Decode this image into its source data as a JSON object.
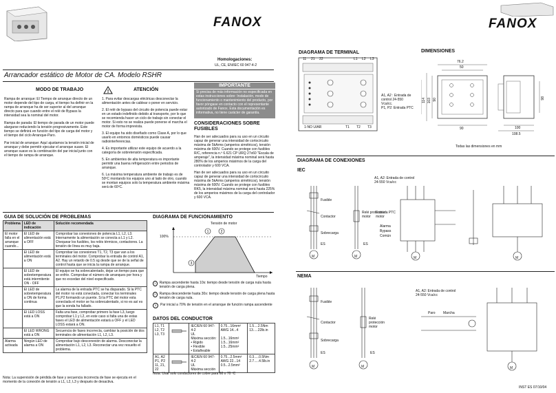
{
  "left_page": {
    "brand": "FANOX",
    "homologations_label": "Homologaciones:",
    "homologations_value": "UL, CE, EN/IEC 60 947-4-2",
    "title": "Arrancador estático de Motor de CA.  Modelo RSHR",
    "modo_title": "MODO DE TRABAJO",
    "modo_paragraphs": [
      "Rampa de arranque: El Tiempo de arranque directo de un motor depende del tipo de carga, el tiempo ha definir en la rampa de arranque ha de ser superior al del arranque directo para que cuando entre el relé de Bypass la intensidad sea la nominal del motor.",
      "Rampa de parada: El tiempo de parada de un motor puede alargarse reduciendo la tensión progresivamente. Este tiempo se definirá en función del tipo de carga del motor y el tiempo del ciclo Arranque-Paro.",
      "Par inicial de arranque: Aquí ajustamos la tensión inicial de arranque y debe permitir ejecutar el arranque suave. El arranque suave es la combinación del par inicial junto con el tiempo de rampa de arranque."
    ],
    "atencion_title": "ATENCIÓN",
    "atencion_items": [
      "1. Para evitar descargas eléctricas desconectar la alimentación antes de cablear o poner en servicio.",
      "2. El relé de bypass del circuito de potencia puede estar en un estado indefinido debido al transporte, por lo que se recomienda hacer un ciclo de trabajo sin conectar el motor. Si esto no se realiza puede ponerse el marcha el motor de forma imprevista.",
      "3. El equipo ha sido diseñado como Clase A, por lo que usarlo en entornos domésticos puede causar radiointerferencias.",
      "4. Es importante utilizar este equipo de acuerdo a la categoría de sobretensión especificada.",
      "5. En ambientes de alta temperatura es importante permitir una buena refrigeración entre periodos de arranque.",
      "6. La máxima temperatura ambiente de trabajo es de 50ºC montando los equipos uno al lado de otro, cuando se montan equipos solo la temperatura ambiente máxima será de 60ºC."
    ],
    "importante_title": "IMPORTANTE",
    "importante_text": "Si precisa de más información no especificada en estas instrucciones sobre: Instalación, modo de funcionamiento o mantenimiento del producto, por favor póngase en contacto con el representante autorizado de Fanox. Esta documentación es informativa, no tiene carácter de garantía.",
    "consideraciones_title": "CONSIDERACIONES SOBRE FUSIBLES",
    "consideraciones_paragraphs": [
      "Han de ser adecuados para su uso en un circuito capaz de generar una intensidad de cortocircuito máxima de 5kArms (amperios simétricos), tensión máxima de 600V. Cuando se protege con fusibles R/C, referencia n.º 6.621 CP URQ 27x60 \"Escala de amperaje\", la intensidad máxima nominal será hasta 280% de los amperios máximos de la carga del controlador y 600 VCA.",
      "Han de ser adecuados para su uso en un circuito capaz de generar una intensidad de cortocircuito máxima de 5kArms (amperios simétricos), tensión máxima de 600V. Cuando se protege con fusibles RK5, la intensidad máxima nominal será hasta 225% de los amperios máximos de la carga del controlador y 600 VCA."
    ],
    "guia_title": "GUIA DE SOLUCIÓN DE PROBLEMAS",
    "guia_headers": [
      "Problema",
      "LED de indicación",
      "Solución recomendada"
    ],
    "guia_rows": [
      [
        "El motor falla en el arranque cuando...",
        "El LED de alimentación está a OFF",
        "Comprobar las conexiones de potencia L1, L2, L3. Internamente la alimentación se conecta a L1 y L2. Chequear los fusibles, los relés térmicos, contactores. La tensión de línea es muy baja."
      ],
      [
        "",
        "El LED de alimentación está a ON",
        "Comprobar las conexiones T1, T2, T3 que van a los terminales del motor. Comprobar la entrada de control A1, A2. Hay un retardo de 0.5 sg desde que se de la señal de control hasta que se inicia la rampa de arranque."
      ],
      [
        "",
        "El LED de sobretemperatura está intermitente ON - OFF",
        "El equipo se ha sobrecalentado, dejar un tiempo para que se enfríe. Comprobar el número de arranques por hora y que no excedan del nivel especificado."
      ],
      [
        "",
        "El LED de sobretemperatura a ON de forma continua",
        "La alarma de la entrada PTC se ha disparado. Si la PTC del motor no está conectada, conectar los terminales P1,P2 formando un puente. Si la PTC del motor esta conectada el motor se ha sobrecalentado, si no es así es que la sonda ha fallado."
      ],
      [
        "",
        "El LED LOSS está a ON",
        "Falta una fase, comprobar primero la fase L3, luego comprobar L1 y L2, en este caso si falta una de estas fases el LED de alimentación estará a OFF y el LED LOSS estará a ON."
      ],
      [
        "",
        "El LED WRONG está a ON",
        "Secuencia de fases incorrecta, cambiar la posición de dos terminales de alimentación L1, L2, L3."
      ],
      [
        "Alarma activada",
        "Ningún LED de alarma a ON",
        "Comprobar bajo desconexión de alarma. Desconectar la alimentación L1, L2, L3. Reconectar una vez resuelto el problema."
      ]
    ],
    "guia_note": "Nota: La supervisión de pérdida de fase y secuencia incorrecta de fase se ejecuta en el momento de la conexión de tensión a L1, L2, L3 y después de desactiva.",
    "func_title": "DIAGRAMA DE FUNCIONAMIENTO",
    "func_tension_label": "Tensión de motor",
    "func_100_label": "100%",
    "func_tiempo_label": "Tiempo",
    "func_items": [
      "Rampa ascendente hasta 10s: tiempo desde tensión de carga nula hasta tensión de carga plena.",
      "Rampa descendente hasta 30s: tiempo desde tensión de carga plena hasta tensión de carga nula.",
      "Par inicial a 70% de tensión en el arranque de función rampa ascendente"
    ],
    "cond_title": "DATOS DEL CONDUCTOR",
    "cond_rows": [
      {
        "terms": "L1, T1\nL2, T2\nL3, T3",
        "norms": "IEC/EN 60 947-4-2\nUL\nMáxima sección:\n• Rígido\n• Flexible\n• Estañeable",
        "sizes": "0.75...16mm²\nAWG 14...4\n\n1.5...16mm²\n1.5...16mm²\n1.5...25mm²",
        "torque": "1.5....2.5Nm\n13.....22lb.in"
      },
      {
        "terms": "A1, A2\nP1, P2\n11, 21, 22",
        "norms": "IEC/EN 60 947-4-2\nUL\nMáxima sección",
        "sizes": "0.75...2.5mm²\nAWG 22...14\n0.5...2.5mm²",
        "torque": "0.3.....0.5Nm\n2.7.....4.5lb.in"
      }
    ],
    "cond_note": "Nota: Usar solo conductores de cobre para 60 o 70 ºC"
  },
  "right_page": {
    "brand": "FANOX",
    "terminal_title": "DIAGRAMA DE TERMINAL",
    "terminal_labels_top": [
      "11",
      "21",
      "22",
      "L1",
      "L2",
      "L3"
    ],
    "terminal_labels_bottom": [
      "1-NO U/AR",
      "T1",
      "T2",
      "T3"
    ],
    "terminal_legend": "A1, A2 : Entrada de control 24-550 Vca/cc.\nP1, P2: Entrada PTC",
    "dim_title": "DIMENSIONES",
    "dim_values": [
      "76.2",
      "50",
      "114",
      "103",
      "90",
      "98",
      "90",
      "100",
      "108.5"
    ],
    "dim_note": "Todas las dimensiones en mm",
    "conexiones_title": "DIAGRAMA DE CONEXIONES",
    "iec_label": "IEC",
    "nema_label": "NEMA",
    "iec_control_label": "A1, A2: Entrada de control\n24-550 Vca/cc",
    "nema_control_label": "A1, A2: Entrada de control\n24-550 Vca/cc",
    "iec_left_labels": [
      "Fusible",
      "Contactor",
      "Sobrecarga",
      "ES"
    ],
    "iec_mid_labels": [
      "Relé protección motor",
      "ES"
    ],
    "iec_right_labels": [
      "Entrada PTC motor",
      "Alarma",
      "Bypass",
      "Común"
    ],
    "nema_labels": [
      "Fusible",
      "Contactor",
      "Sobrecarga",
      "ES",
      "Relé protección motor",
      "ES",
      "Paro",
      "Marcha"
    ],
    "footer": "INST ES 07/10/04"
  }
}
